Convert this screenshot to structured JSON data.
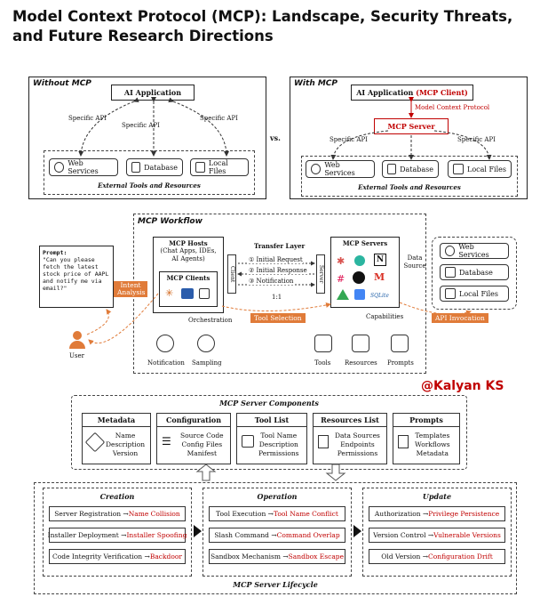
{
  "title": "Model Context Protocol (MCP): Landscape, Security Threats, and Future Research Directions",
  "without": {
    "label": "Without MCP",
    "app": "AI Application",
    "api": "Specific API",
    "tools": [
      "Web Services",
      "Database",
      "Local Files"
    ],
    "tools_label": "External Tools and Resources"
  },
  "vs": "vs.",
  "with": {
    "label": "With MCP",
    "app": "AI Application",
    "client": "(MCP Client)",
    "protocol": "Model Context Protocol",
    "server": "MCP Server",
    "api": "Specific API",
    "tools": [
      "Web Services",
      "Database",
      "Local Files"
    ],
    "tools_label": "External Tools and Resources"
  },
  "workflow": {
    "label": "MCP Workflow",
    "prompt_title": "Prompt:",
    "prompt_text": "\"Can you please fetch the latest stock price of AAPL and notify me via email?\"",
    "user": "User",
    "intent": "Intent Analysis",
    "hosts_title": "MCP Hosts",
    "hosts_sub": "(Chat Apps, IDEs, AI Agents)",
    "clients_title": "MCP Clients",
    "transfer_title": "Transfer Layer",
    "client_tag": "Client",
    "server_tag": "Server",
    "steps": [
      "① Initial Request",
      "② Initial Response",
      "③ Notification"
    ],
    "ratio": "1:1",
    "servers_title": "MCP Servers",
    "data_source": "Data Source",
    "orchestration": "Orchestration",
    "tool_selection": "Tool Selection",
    "capabilities": "Capabilities",
    "api_invocation": "API Invocation",
    "host_items": [
      "Notification",
      "Sampling"
    ],
    "server_items": [
      "Tools",
      "Resources",
      "Prompts"
    ],
    "right_items": [
      "Web Services",
      "Database",
      "Local Files"
    ],
    "sqlite": "SQLite"
  },
  "watermark": "@Kalyan KS",
  "components": {
    "label": "MCP Server Components",
    "items": [
      {
        "title": "Metadata",
        "lines": [
          "Name",
          "Description",
          "Version"
        ]
      },
      {
        "title": "Configuration",
        "lines": [
          "Source Code",
          "Config Files",
          "Manifest"
        ]
      },
      {
        "title": "Tool List",
        "lines": [
          "Tool Name",
          "Description",
          "Permissions"
        ]
      },
      {
        "title": "Resources List",
        "lines": [
          "Data Sources",
          "Endpoints",
          "Permissions"
        ]
      },
      {
        "title": "Prompts",
        "lines": [
          "Templates",
          "Workflows",
          "Metadata"
        ]
      }
    ]
  },
  "lifecycle": {
    "label": "MCP Server Lifecycle",
    "stages": [
      {
        "title": "Creation",
        "rows": [
          {
            "a": "Server Registration → ",
            "b": "Name Collision"
          },
          {
            "a": "Installer Deployment → ",
            "b": "Installer Spoofing"
          },
          {
            "a": "Code Integrity Verification → ",
            "b": "Backdoor"
          }
        ]
      },
      {
        "title": "Operation",
        "rows": [
          {
            "a": "Tool Execution → ",
            "b": "Tool Name Conflict"
          },
          {
            "a": "Slash Command → ",
            "b": "Command Overlap"
          },
          {
            "a": "Sandbox Mechanism → ",
            "b": "Sandbox Escape"
          }
        ]
      },
      {
        "title": "Update",
        "rows": [
          {
            "a": "Authorization → ",
            "b": "Privilege Persistence"
          },
          {
            "a": "Version Control → ",
            "b": "Vulnerable Versions"
          },
          {
            "a": "Old Version → ",
            "b": "Configuration Drift"
          }
        ]
      }
    ]
  }
}
